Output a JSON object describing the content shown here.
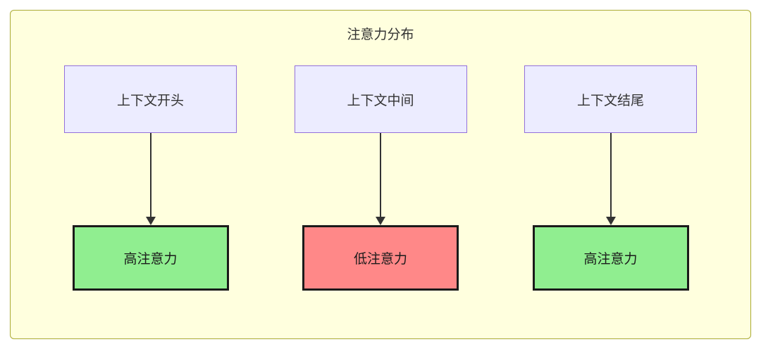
{
  "diagram": {
    "title": "注意力分布",
    "columns": [
      {
        "source": "上下文开头",
        "target": "高注意力",
        "target_type": "high"
      },
      {
        "source": "上下文中间",
        "target": "低注意力",
        "target_type": "low"
      },
      {
        "source": "上下文结尾",
        "target": "高注意力",
        "target_type": "high"
      }
    ],
    "colors": {
      "panel_bg": "#ffffde",
      "panel_border": "#aaaa33",
      "source_bg": "#ececff",
      "source_border": "#9370db",
      "target_high_bg": "#90ee90",
      "target_low_bg": "#ff8888",
      "target_border": "#1a1a1a",
      "arrow": "#333333",
      "text": "#333333"
    }
  }
}
